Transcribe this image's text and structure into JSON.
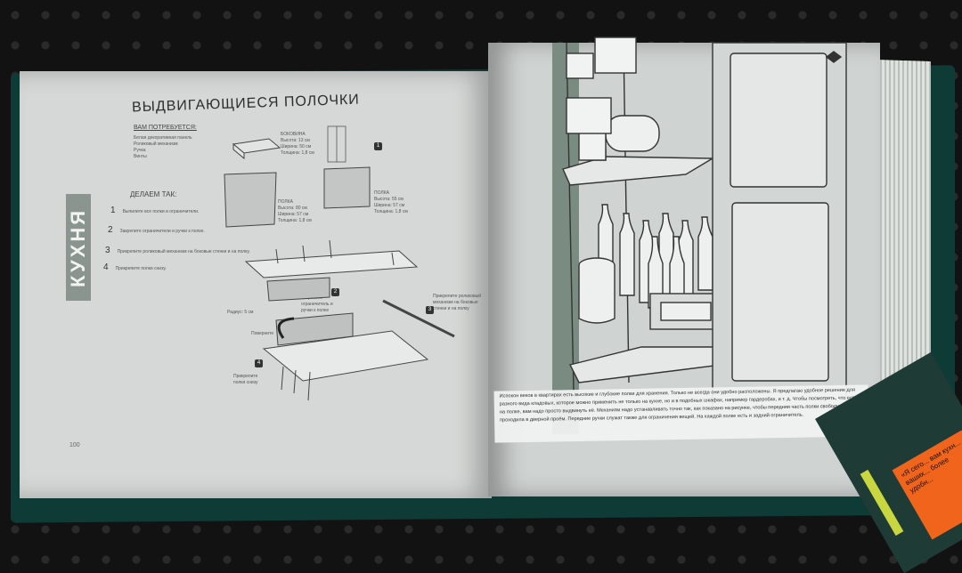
{
  "left_page": {
    "side_tab": "КУХНЯ",
    "title": "ВЫДВИГАЮЩИЕСЯ ПОЛОЧКИ",
    "you_need_heading": "ВАМ ПОТРЕБУЕТСЯ:",
    "you_need_items": [
      "Белая декоративная панель",
      "Роликовый механизм",
      "Ручка",
      "Винты"
    ],
    "part_labels": {
      "bokovina": "БОКОВИНА\nВысота: 13 см\nШирина: 50 см\nТолщина: 1,8 см",
      "polka_a": "ПОЛКА\nВысота: 80 см\nШирина: 57 см\nТолщина: 1,8 см",
      "polka_b": "ПОЛКА\nВысота: 55 см\nШирина: 57 см\nТолщина: 1,8 см"
    },
    "do_heading": "ДЕЛАЕМ ТАК:",
    "steps": [
      {
        "num": "1",
        "text": "Выпилите все полки и ограничители."
      },
      {
        "num": "2",
        "text": "Закрепите ограничители и ручки к полке."
      },
      {
        "num": "3",
        "text": "Прикрепите роликовый механизм на боковые стенки и на полку."
      },
      {
        "num": "4",
        "text": "Прикрепите полки снизу."
      }
    ],
    "diagram_labels": {
      "radius": "Радиус: 5 см",
      "fix_limiter": "Закрепите ограничитель и ручки к полке",
      "attach_roller": "Прикрепите роликовый механизм на боковые стенки и на полку",
      "turn": "Поверните",
      "attach_bottom": "Прикрепите полки снизу"
    },
    "page_number": "100"
  },
  "right_page": {
    "caption": "Испокон веков в квартирах есть высокие и глубокие полки для хранения. Только не всегда они удобно расположены. Я предлагаю удобное решение для разного вида кладовых, которое можно применить не только на кухне, но и в подобных шкафах, например гардеробах, и т. д. Чтобы посмотреть, что есть на полке, вам надо просто выдвинуть её. Механизм надо устанавливать точно так, как показано на рисунке, чтобы передняя часть полки свободно проходила в дверной проём. Передние ручки служат также для ограничения вещей. На каждой полке есть и задний ограничитель."
  },
  "second_book": {
    "text": "«Я сего... вам кухн... ваших... более удобн..."
  },
  "colors": {
    "background": "#141414",
    "book_cover": "#0f3b36",
    "page": "#d6d8d7",
    "side_tab": "#8a958f",
    "orange_label": "#f0641c"
  }
}
